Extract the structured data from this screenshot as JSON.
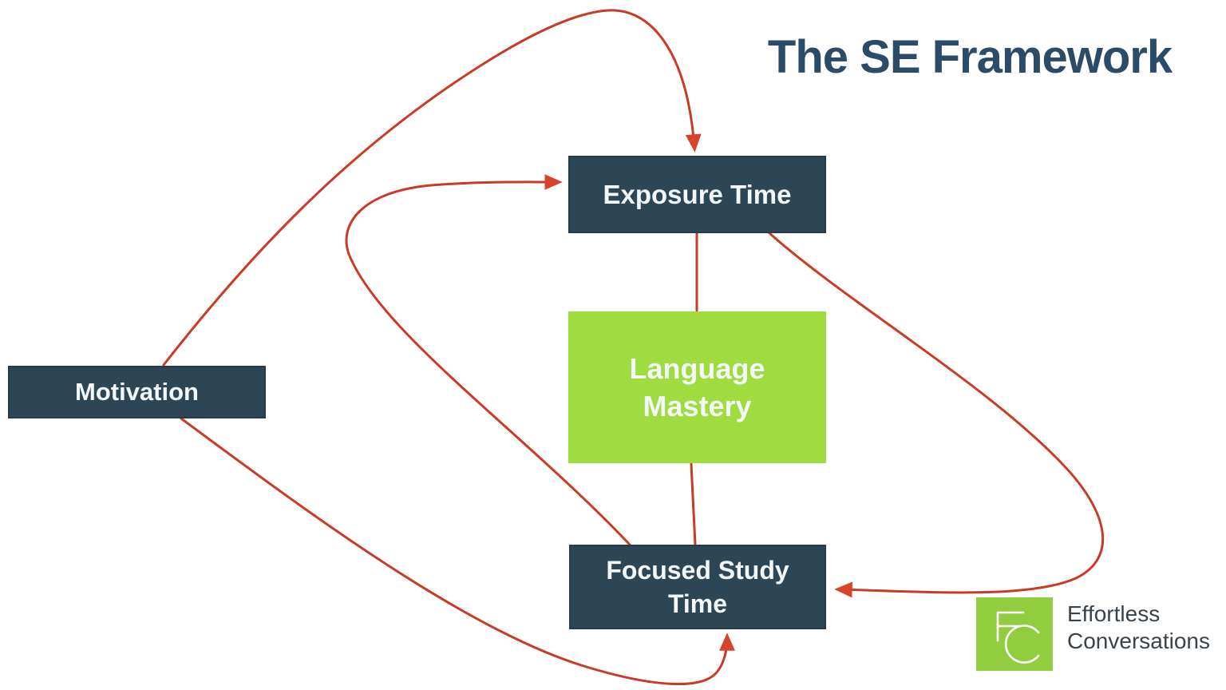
{
  "title": "The SE Framework",
  "nodes": {
    "exposure": {
      "label": "Exposure Time"
    },
    "mastery": {
      "label": "Language Mastery",
      "line1": "Language",
      "line2": "Mastery"
    },
    "focused": {
      "label": "Focused Study Time",
      "line1": "Focused Study",
      "line2": "Time"
    },
    "motivation": {
      "label": "Motivation"
    }
  },
  "edges": [
    {
      "from": "Motivation",
      "to": "Exposure Time",
      "type": "arrow"
    },
    {
      "from": "Focused Study Time",
      "to": "Exposure Time",
      "type": "arrow"
    },
    {
      "from": "Exposure Time",
      "to": "Language Mastery",
      "type": "line"
    },
    {
      "from": "Language Mastery",
      "to": "Focused Study Time",
      "type": "line"
    },
    {
      "from": "Exposure Time",
      "to": "Focused Study Time",
      "type": "arrow"
    },
    {
      "from": "Motivation",
      "to": "Focused Study Time",
      "type": "arrow"
    }
  ],
  "logo": {
    "monogram": "EC",
    "line1": "Effortless",
    "line2": "Conversations"
  },
  "colors": {
    "background": "#ffffff",
    "node_dark": "#2d4656",
    "node_green": "#a0db40",
    "arrow_red": "#c93b26",
    "arrowhead_red": "#d8432c",
    "title_text": "#2b4b66",
    "logo_green": "#92cc3f",
    "logo_text": "#39434d"
  }
}
